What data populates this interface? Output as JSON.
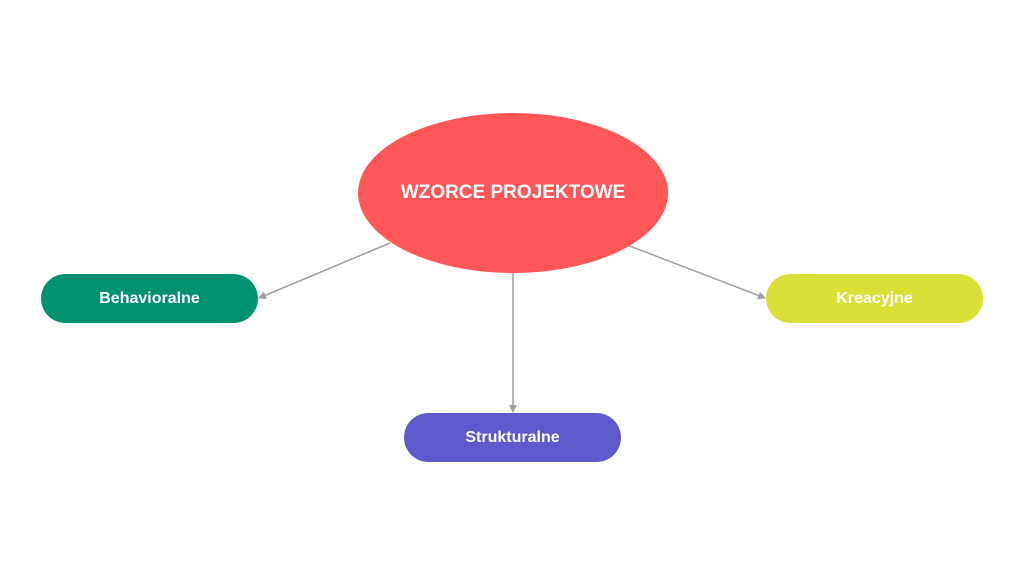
{
  "root": {
    "label": "WZORCE PROJEKTOWE"
  },
  "nodes": [
    {
      "label": "Behavioralne"
    },
    {
      "label": "Kreacyjne"
    },
    {
      "label": "Strukturalne"
    }
  ],
  "colors": {
    "root": "#FF5757",
    "behavioralne": "#00916E",
    "kreacyjne": "#D9E036",
    "strukturalne": "#5E5ACB",
    "arrow": "#9E9E9E"
  }
}
